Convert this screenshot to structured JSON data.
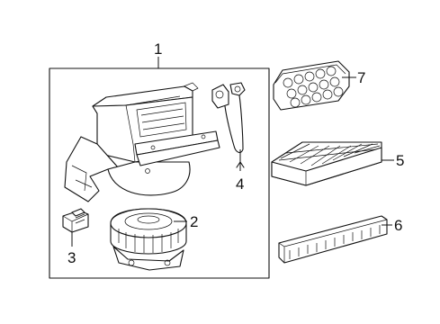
{
  "callouts": [
    {
      "id": "1",
      "text": "1",
      "part": "blower-assembly"
    },
    {
      "id": "2",
      "text": "2",
      "part": "blower-motor"
    },
    {
      "id": "3",
      "text": "3",
      "part": "resistor"
    },
    {
      "id": "4",
      "text": "4",
      "part": "servo-with-wire"
    },
    {
      "id": "5",
      "text": "5",
      "part": "cabin-air-filter"
    },
    {
      "id": "6",
      "text": "6",
      "part": "filter-cover"
    },
    {
      "id": "7",
      "text": "7",
      "part": "honeycomb-grille"
    }
  ],
  "colors": {
    "line": "#111111",
    "background": "#ffffff"
  }
}
